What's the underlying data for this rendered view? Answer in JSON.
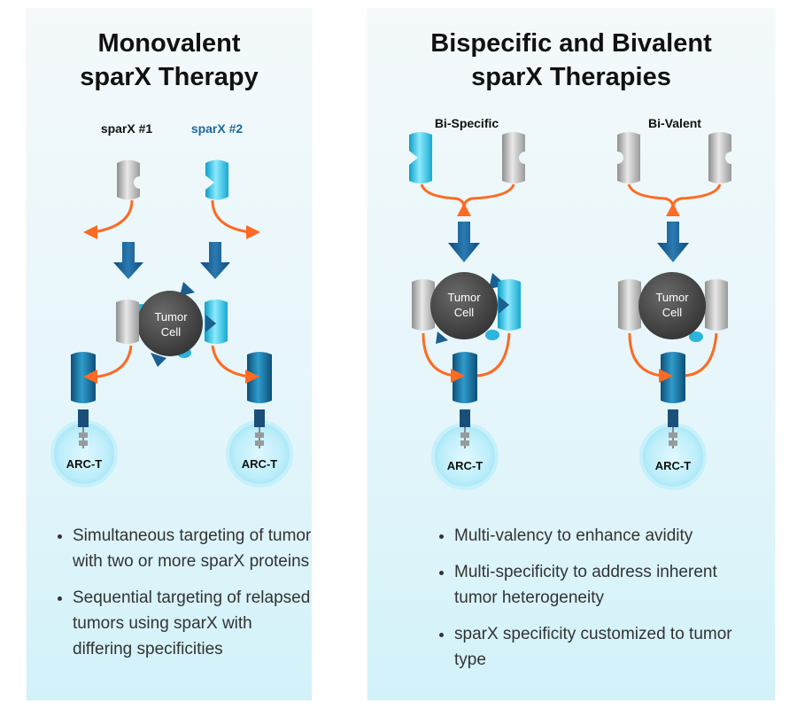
{
  "left_panel": {
    "title_line1": "Monovalent",
    "title_line2": "sparX Therapy",
    "label_sparx1": "sparX #1",
    "label_sparx2": "sparX #2",
    "tumor_line1": "Tumor",
    "tumor_line2": "Cell",
    "arc_label": "ARC-T",
    "bullets": [
      "Simultaneous targeting of tumor with two or more sparX proteins",
      "Sequential targeting of relapsed tumors using sparX with differing specificities"
    ]
  },
  "right_panel": {
    "title_line1": "Bispecific and Bivalent",
    "title_line2": "sparX Therapies",
    "label_bispecific": "Bi-Specific",
    "label_bivalent": "Bi-Valent",
    "tumor_line1": "Tumor",
    "tumor_line2": "Cell",
    "arc_label": "ARC-T",
    "bullets": [
      "Multi-valency to enhance avidity",
      "Multi-specificity to address inherent tumor heterogeneity",
      "sparX specificity customized to tumor type"
    ]
  },
  "colors": {
    "cyan": "#2bc0e4",
    "gray": "#b5b5b5",
    "dark_blue": "#1a5f8f",
    "orange": "#ff6a22",
    "tumor": "#4a4a4a",
    "label_blue": "#1e6aa0"
  }
}
